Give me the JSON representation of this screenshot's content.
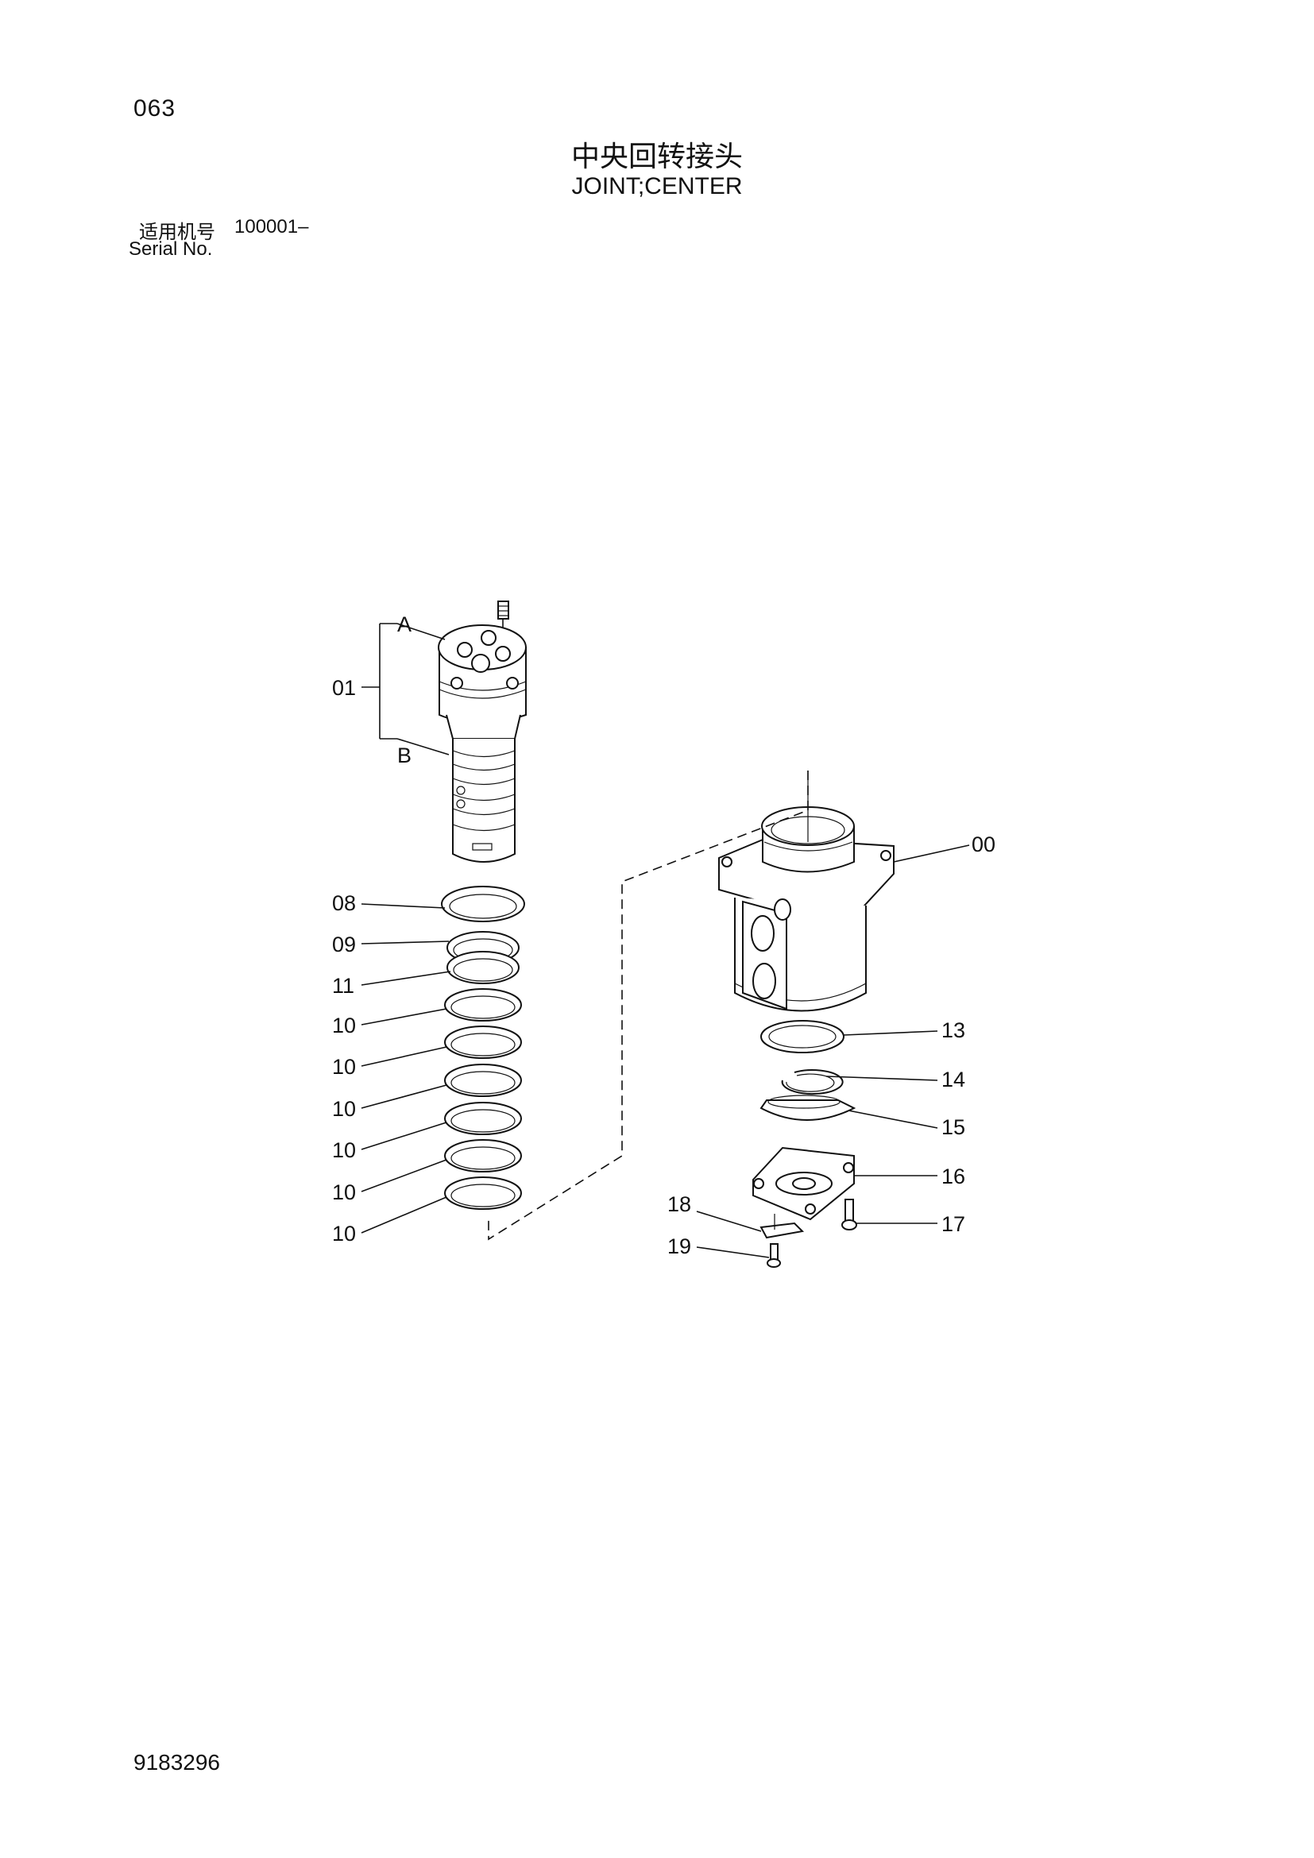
{
  "page_number": "063",
  "title_cn": "中央回转接头",
  "title_en": "JOINT;CENTER",
  "serial_label_cn": "适用机号",
  "serial_value": "100001–",
  "serial_label_en": "Serial No.",
  "doc_number": "9183296",
  "callouts": {
    "A": "A",
    "B": "B",
    "01": "01",
    "00": "00",
    "08": "08",
    "09": "09",
    "11": "11",
    "10a": "10",
    "10b": "10",
    "10c": "10",
    "10d": "10",
    "10e": "10",
    "10f": "10",
    "13": "13",
    "14": "14",
    "15": "15",
    "16": "16",
    "17": "17",
    "18": "18",
    "19": "19"
  }
}
